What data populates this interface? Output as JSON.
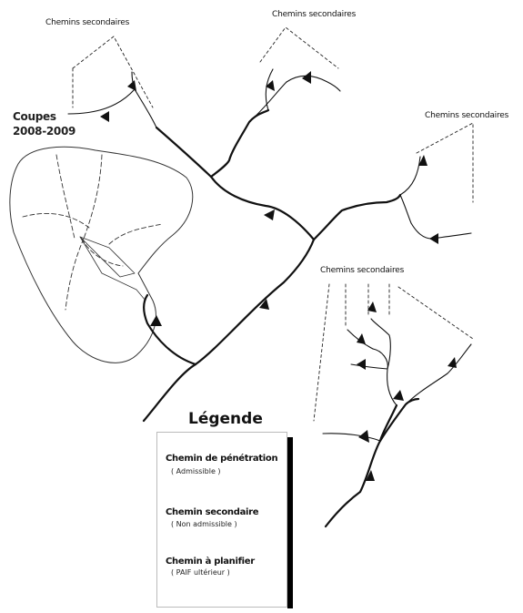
{
  "labels": {
    "secondary_paths_1": "Chemins secondaires",
    "secondary_paths_2": "Chemins secondaires",
    "secondary_paths_3": "Chemins secondaires",
    "secondary_paths_4": "Chemins secondaires",
    "cuts_line1": "Coupes",
    "cuts_line2": "2008-2009"
  },
  "legend": {
    "title": "Légende",
    "items": [
      {
        "label": "Chemin de pénétration",
        "sublabel": "( Admissible )",
        "line": "thick-solid-with-arrow"
      },
      {
        "label": "Chemin secondaire",
        "sublabel": "( Non admissible )",
        "line": "thin-solid"
      },
      {
        "label": "Chemin à planifier",
        "sublabel": "( PAIF ultérieur )",
        "line": "dashed"
      }
    ]
  }
}
